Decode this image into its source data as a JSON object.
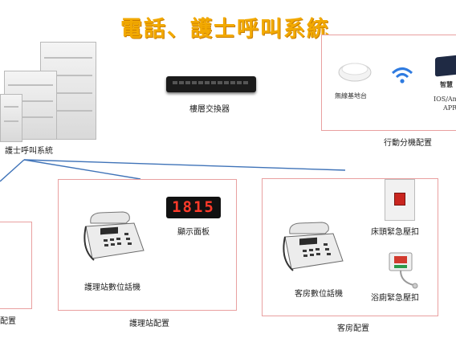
{
  "title": "電話、護士呼叫系統",
  "labels": {
    "nurse_call_system": "護士呼叫系統",
    "floor_switch": "樓層交換器",
    "mobile_config": "行動分機配置",
    "wireless_ap": "無線基地台",
    "smart": "智慧",
    "ios_app": "IOS/And",
    "apr": "APR",
    "display_panel": "顯示面板",
    "station_phone": "護理站數位話機",
    "station_config": "護理站配置",
    "room_phone": "客房數位話機",
    "room_config": "客房配置",
    "bed_button": "床頭緊急壓扣",
    "bath_button": "浴廁緊急壓扣",
    "left_config": "配置"
  },
  "display": {
    "digits": "1815"
  },
  "colors": {
    "title": "#f2a900",
    "box_border": "#e9a0a0",
    "line": "#3f73b8",
    "clock_text": "#ff3a2a"
  }
}
